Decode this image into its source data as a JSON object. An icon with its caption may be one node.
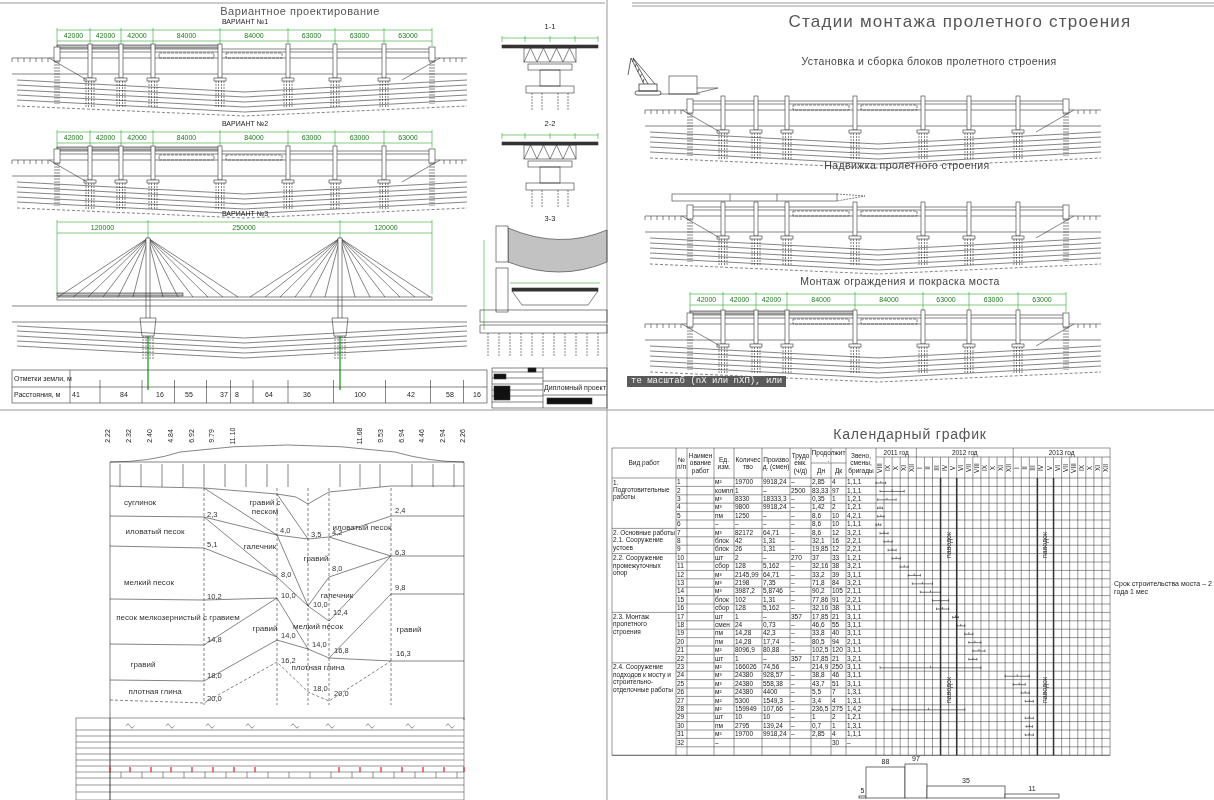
{
  "diagram": {
    "labels": [
      "Вариантное проектирование",
      "ВАРИАНТ №1",
      "42000",
      "42000",
      "42000",
      "84000",
      "84000",
      "63000",
      "63000",
      "63000",
      "1-1",
      "ВАРИАНТ №2",
      "42000",
      "42000",
      "42000",
      "84000",
      "84000",
      "63000",
      "63000",
      "63000",
      "2-2",
      "ВАРИАНТ №3",
      "120000",
      "250000",
      "120000",
      "3-3",
      "Отметки земли, м",
      "Расстояния, м",
      "41",
      "84",
      "16",
      "55",
      "37",
      "8",
      "64",
      "36",
      "100",
      "42",
      "58",
      "16",
      "Дипломный проект",
      "Стадии монтажа пролетного строения",
      "Установка и сборка блоков пролетного строения",
      "Надвижка пролетного строения",
      "Монтаж ограждения и покраска моста",
      "42000",
      "42000",
      "42000",
      "84000",
      "84000",
      "63000",
      "63000",
      "63000",
      "те масштаб (nX или nXП), или",
      "2.22",
      "2.32",
      "2.40",
      "4.84",
      "6.92",
      "9.79",
      "11.10",
      "11.68",
      "9.53",
      "6.94",
      "4.46",
      "2.94",
      "2.26",
      "суглинок",
      "гравий с песком",
      "иловатый песок",
      "иловатый песок",
      "галечник",
      "гравий",
      "мелкий песок",
      "галечник",
      "песок мелкозернистый с гравием",
      "мелкий песок",
      "гравий",
      "гравий",
      "гравий",
      "плотная глина",
      "плотная глина",
      "2,3",
      "4,0",
      "3,5",
      "4,2",
      "2,4",
      "5,1",
      "6,3",
      "8,0",
      "8,0",
      "9,8",
      "10,2",
      "10,0",
      "10,0",
      "12,4",
      "14,8",
      "14,0",
      "14,0",
      "16,8",
      "16,3",
      "16,2",
      "18,0",
      "18,0",
      "20,0",
      "20,0",
      "Календарный график",
      "Вид работ",
      "№ п/п",
      "Наименование работ",
      "Ед. изм.",
      "Количество",
      "Производ. (смен)",
      "Трудоемк. (ч/д)",
      "Продолжит.",
      "Дн",
      "Дк",
      "Звено, смены, бригады",
      "2011 год",
      "2012 год",
      "2013 год",
      "VIII",
      "IX",
      "X",
      "XI",
      "XII",
      "I",
      "II",
      "III",
      "IV",
      "V",
      "VI",
      "VII",
      "VIII",
      "IX",
      "X",
      "XI",
      "XII",
      "I",
      "II",
      "III",
      "IV",
      "V",
      "VI",
      "VII",
      "VIII",
      "IX",
      "X",
      "XI",
      "XII",
      "1. Подготовительные работы",
      "2. Основные работы 2.1. Сооружение устоев",
      "2.2. Сооружение промежуточных опор",
      "2.3. Монтаж пролетного строения",
      "2.4. Сооружение подходов к мосту и строительно-отделочные работы",
      "1",
      "м²",
      "19700",
      "9918,24",
      "–",
      "2,85",
      "4",
      "1,1,1",
      "2",
      "компл",
      "1",
      "–",
      "2500",
      "83,33",
      "97",
      "1,1,1",
      "3",
      "м³",
      "8330",
      "18333,3",
      "–",
      "0,35",
      "1",
      "1,2,1",
      "4",
      "м³",
      "9800",
      "9918,24",
      "–",
      "1,42",
      "2",
      "1,2,1",
      "5",
      "пм",
      "1250",
      "–",
      "–",
      "8,6",
      "10",
      "4,2,1",
      "6",
      "–",
      "–",
      "–",
      "–",
      "8,6",
      "10",
      "1,1,1",
      "7",
      "м³",
      "82172",
      "64,71",
      "–",
      "8,6",
      "12",
      "3,2,1",
      "8",
      "блок",
      "42",
      "1,31",
      "–",
      "32,1",
      "16",
      "2,2,1",
      "9",
      "блок",
      "26",
      "1,31",
      "–",
      "19,85",
      "12",
      "2,2,1",
      "10",
      "шт",
      "2",
      "–",
      "270",
      "37",
      "33",
      "1,2,1",
      "11",
      "сбор",
      "128",
      "5,162",
      "–",
      "32,16",
      "38",
      "3,2,1",
      "12",
      "м³",
      "2145,99",
      "64,71",
      "–",
      "33,2",
      "39",
      "3,1,1",
      "13",
      "м³",
      "2198",
      "7,35",
      "–",
      "71,8",
      "84",
      "3,2,1",
      "14",
      "м³",
      "3987,2",
      "5,8746",
      "–",
      "90,2",
      "105",
      "2,1,1",
      "15",
      "блок",
      "102",
      "1,31",
      "–",
      "77,86",
      "91",
      "2,2,1",
      "16",
      "сбор",
      "128",
      "5,162",
      "–",
      "32,16",
      "38",
      "3,1,1",
      "17",
      "шт",
      "1",
      "–",
      "357",
      "17,85",
      "21",
      "3,1,1",
      "18",
      "смен",
      "24",
      "0,73",
      "–",
      "46,6",
      "55",
      "3,1,1",
      "19",
      "пм",
      "14,28",
      "42,3",
      "–",
      "33,8",
      "40",
      "3,1,1",
      "20",
      "пм",
      "14,28",
      "17,74",
      "–",
      "80,5",
      "94",
      "2,1,1",
      "21",
      "м²",
      "8096,9",
      "80,88",
      "–",
      "102,5",
      "120",
      "3,1,1",
      "22",
      "шт",
      "1",
      "–",
      "357",
      "17,85",
      "21",
      "3,2,1",
      "23",
      "м²",
      "166026",
      "74,56",
      "–",
      "214,9",
      "250",
      "3,1,1",
      "24",
      "м³",
      "24380",
      "928,57",
      "–",
      "38,8",
      "46",
      "3,1,1",
      "25",
      "м³",
      "24380",
      "558,38",
      "–",
      "43,7",
      "51",
      "3,1,1",
      "26",
      "м²",
      "24380",
      "4400",
      "–",
      "5,5",
      "7",
      "1,3,1",
      "27",
      "м²",
      "5300",
      "1549,3",
      "–",
      "3,4",
      "4",
      "1,3,1",
      "28",
      "м²",
      "159949",
      "107,66",
      "–",
      "236,5",
      "275",
      "1,4,2",
      "29",
      "шт",
      "10",
      "10",
      "–",
      "1",
      "2",
      "1,2,1",
      "30",
      "пм",
      "2795",
      "139,24",
      "–",
      "0,7",
      "1",
      "1,3,1",
      "31",
      "м²",
      "19700",
      "9918,24",
      "–",
      "2,85",
      "4",
      "1,1,1",
      "32",
      "–",
      "30",
      "–",
      "паводок",
      "паводок",
      "паводок",
      "паводок",
      "5",
      "88",
      "97",
      "35",
      "11",
      "Срок строительства моста – 2 года 1 мес"
    ]
  }
}
